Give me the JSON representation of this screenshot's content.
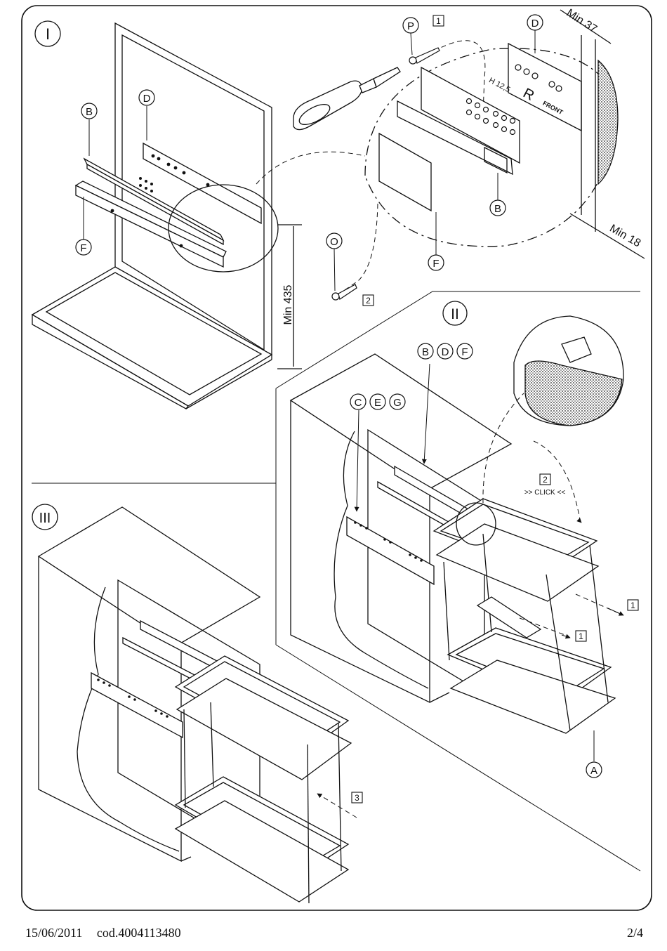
{
  "steps": {
    "one": "I",
    "two": "II",
    "three": "III"
  },
  "parts": {
    "a": "A",
    "b": "B",
    "c": "C",
    "d": "D",
    "e": "E",
    "f": "F",
    "g": "G",
    "o": "O",
    "p": "P"
  },
  "callouts": {
    "screw_p": "1",
    "screw_o": "2",
    "click_num": "2",
    "click_text": ">> CLICK <<",
    "arrow1": "1",
    "arrow1b": "1",
    "arrow3": "3"
  },
  "dimensions": {
    "min435": "Min 435",
    "min37": "Min 37",
    "min18": "Min 18",
    "h125": "H 12,5",
    "r_mark": "R",
    "front": "FRONT"
  },
  "footer": {
    "date": "15/06/2011",
    "code": "cod.4004113480",
    "page": "2/4"
  }
}
